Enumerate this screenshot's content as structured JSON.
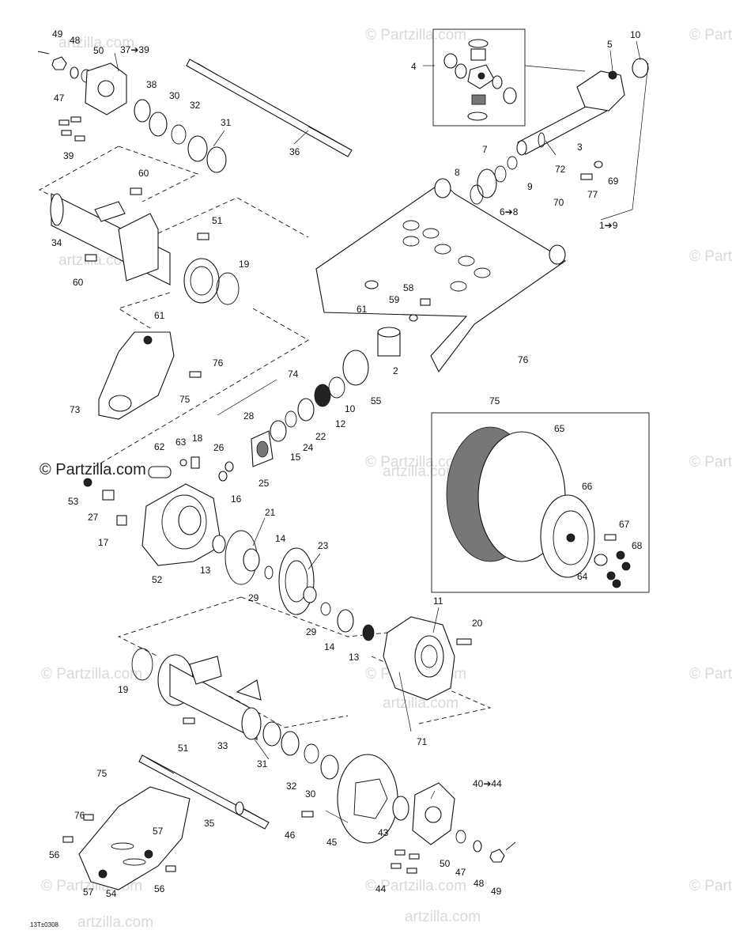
{
  "watermark": {
    "brand": "© Partzilla.com",
    "brand_short": "© Partz",
    "brand_tail": "artzilla.com"
  },
  "reference_code": "13T±0308",
  "callouts": {
    "c1_9": "1➔9",
    "c2": "2",
    "c3": "3",
    "c4": "4",
    "c5": "5",
    "c6_8": "6➔8",
    "c7": "7",
    "c8": "8",
    "c9": "9",
    "c10a": "10",
    "c10b": "10",
    "c11": "11",
    "c12": "12",
    "c13a": "13",
    "c13b": "13",
    "c14a": "14",
    "c14b": "14",
    "c15": "15",
    "c16": "16",
    "c17": "17",
    "c18": "18",
    "c19a": "19",
    "c19b": "19",
    "c20": "20",
    "c21": "21",
    "c22": "22",
    "c23": "23",
    "c24": "24",
    "c25": "25",
    "c26": "26",
    "c27": "27",
    "c28": "28",
    "c29a": "29",
    "c29b": "29",
    "c30a": "30",
    "c30b": "30",
    "c31a": "31",
    "c31b": "31",
    "c32a": "32",
    "c32b": "32",
    "c33": "33",
    "c34": "34",
    "c35": "35",
    "c36": "36",
    "c37_39": "37➔39",
    "c38": "38",
    "c39": "39",
    "c40_44": "40➔44",
    "c43": "43",
    "c44": "44",
    "c45": "45",
    "c46": "46",
    "c47a": "47",
    "c47b": "47",
    "c48a": "48",
    "c48b": "48",
    "c49a": "49",
    "c49b": "49",
    "c50a": "50",
    "c50b": "50",
    "c51a": "51",
    "c51b": "51",
    "c52": "52",
    "c53": "53",
    "c54": "54",
    "c55": "55",
    "c56a": "56",
    "c56b": "56",
    "c57a": "57",
    "c57b": "57",
    "c58": "58",
    "c59": "59",
    "c60a": "60",
    "c60b": "60",
    "c61a": "61",
    "c61b": "61",
    "c62": "62",
    "c63": "63",
    "c64": "64",
    "c65": "65",
    "c66": "66",
    "c67": "67",
    "c68": "68",
    "c69": "69",
    "c70": "70",
    "c71": "71",
    "c72": "72",
    "c73": "73",
    "c74": "74",
    "c75a": "75",
    "c75b": "75",
    "c75c": "75",
    "c76a": "76",
    "c76b": "76",
    "c76c": "76",
    "c77": "77"
  }
}
